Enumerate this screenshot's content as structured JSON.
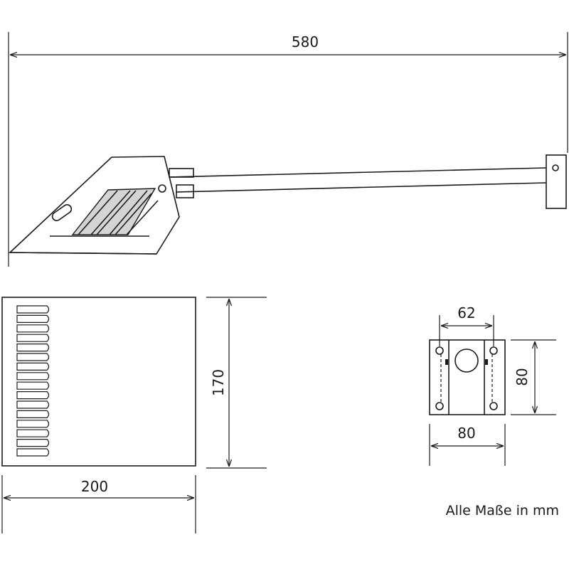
{
  "dimensions": {
    "total_length": "580",
    "front_height": "170",
    "front_width": "200",
    "plate_hole_spacing": "62",
    "plate_height": "80",
    "plate_width": "80"
  },
  "note": "Alle Maße in mm"
}
